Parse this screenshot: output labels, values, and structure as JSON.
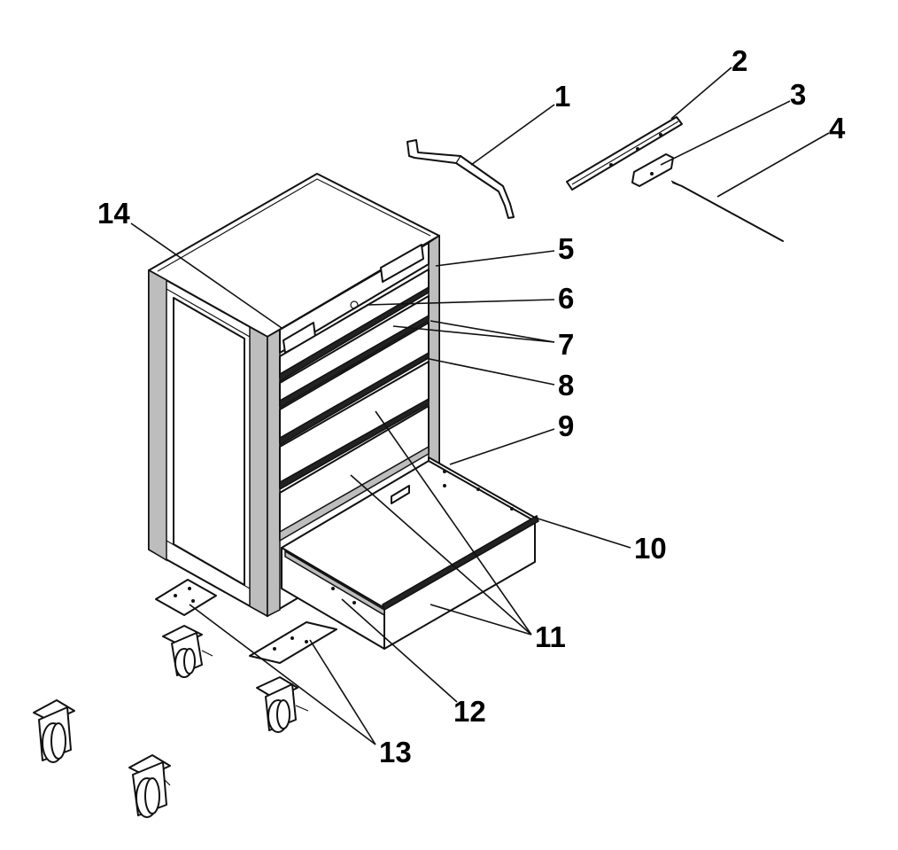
{
  "callouts": [
    {
      "label": "1"
    },
    {
      "label": "2"
    },
    {
      "label": "3"
    },
    {
      "label": "4"
    },
    {
      "label": "5"
    },
    {
      "label": "6"
    },
    {
      "label": "7"
    },
    {
      "label": "8"
    },
    {
      "label": "9"
    },
    {
      "label": "10"
    },
    {
      "label": "11"
    },
    {
      "label": "12"
    },
    {
      "label": "13"
    },
    {
      "label": "14"
    }
  ]
}
